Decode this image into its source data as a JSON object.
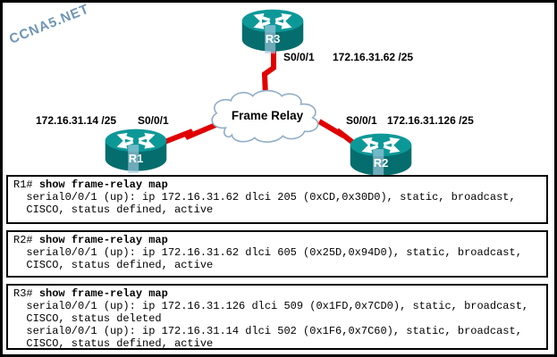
{
  "watermark": {
    "text": "CCNA5.NET"
  },
  "diagram": {
    "cloud_label": "Frame Relay",
    "r1": {
      "name": "R1",
      "interface": "S0/0/1",
      "ip": "172.16.31.14 /25"
    },
    "r2": {
      "name": "R2",
      "interface": "S0/0/1",
      "ip": "172.16.31.126 /25"
    },
    "r3": {
      "name": "R3",
      "interface": "S0/0/1",
      "ip": "172.16.31.62 /25"
    }
  },
  "terminals": [
    {
      "prompt": "R1# ",
      "command": "show frame-relay map",
      "lines": [
        "  serial0/0/1 (up): ip 172.16.31.62 dlci 205 (0xCD,0x30D0), static, broadcast,",
        "  CISCO, status defined, active"
      ]
    },
    {
      "prompt": "R2# ",
      "command": "show frame-relay map",
      "lines": [
        "  serial0/0/1 (up): ip 172.16.31.62 dlci 605 (0x25D,0x94D0), static, broadcast,",
        "  CISCO, status defined, active"
      ]
    },
    {
      "prompt": "R3# ",
      "command": "show frame-relay map",
      "lines": [
        "  serial0/0/1 (up): ip 172.16.31.126 dlci 509 (0x1FD,0x7CD0), static, broadcast,",
        "  CISCO, status deleted",
        "  serial0/0/1 (up): ip 172.16.31.14 dlci 502 (0x1F6,0x7C60), static, broadcast,",
        "  CISCO, status defined, active"
      ]
    }
  ],
  "colors": {
    "link_red": "#e00000",
    "router_body": "#056d6d",
    "router_top": "#0d9898",
    "cloud_stroke": "#93aec7",
    "watermark_blue": "#6e95b5"
  }
}
